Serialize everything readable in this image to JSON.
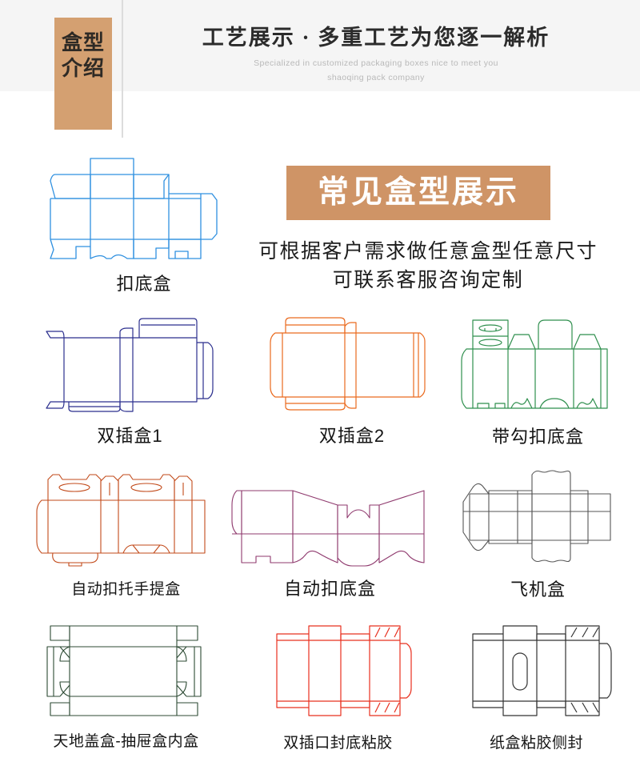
{
  "header": {
    "tab_line1": "盒型",
    "tab_line2": "介绍",
    "title": "工艺展示 · 多重工艺为您逐一解析",
    "subtitle_line1": "Specialized in customized packaging boxes nice to meet you",
    "subtitle_line2": "shaoqing pack  company"
  },
  "banner": {
    "text": "常见盒型展示",
    "bg_color": "#cf9466",
    "text_color": "#ffffff"
  },
  "lead": {
    "line1": "可根据客户需求做任意盒型任意尺寸",
    "line2": "可联系客服咨询定制"
  },
  "colors": {
    "tab_bg": "#d4a071",
    "header_bg": "#f5f5f5",
    "blue": "#2f90e0",
    "navy": "#2b2f8e",
    "orange": "#ea6a1e",
    "green": "#2f8f4e",
    "rust": "#c24a1a",
    "magenta": "#8f3a6e",
    "gray": "#555555",
    "darkgreen": "#2c4a33",
    "red": "#e8301f"
  },
  "boxes": [
    {
      "id": "kou-di-he",
      "label": "扣底盒",
      "color": "#2f90e0",
      "icon": "dieline-tuck-bottom"
    },
    {
      "id": "shuang-cha-he-1",
      "label": "双插盒1",
      "color": "#2b2f8e",
      "icon": "dieline-double-tuck-1"
    },
    {
      "id": "shuang-cha-he-2",
      "label": "双插盒2",
      "color": "#ea6a1e",
      "icon": "dieline-double-tuck-2"
    },
    {
      "id": "dai-gou-kou-di-he",
      "label": "带勾扣底盒",
      "color": "#2f8f4e",
      "icon": "dieline-hook-tuck-bottom"
    },
    {
      "id": "zi-dong-kou-tuo-shou",
      "label": "自动扣托手提盒",
      "color": "#c24a1a",
      "icon": "dieline-auto-lock-handle"
    },
    {
      "id": "zi-dong-kou-di-he",
      "label": "自动扣底盒",
      "color": "#8f3a6e",
      "icon": "dieline-crash-lock-bottom"
    },
    {
      "id": "fei-ji-he",
      "label": "飞机盒",
      "color": "#555555",
      "icon": "dieline-mailer-box"
    },
    {
      "id": "tian-di-gai-he",
      "label": "天地盖盒-抽屉盒内盒",
      "color": "#2c4a33",
      "icon": "dieline-lid-tray"
    },
    {
      "id": "shuang-cha-kou-feng",
      "label": "双插口封底粘胶",
      "color": "#e8301f",
      "icon": "dieline-glued-bottom"
    },
    {
      "id": "zhi-he-zhan-jiao",
      "label": "纸盒粘胶侧封",
      "color": "#333333",
      "icon": "dieline-side-glue"
    }
  ]
}
